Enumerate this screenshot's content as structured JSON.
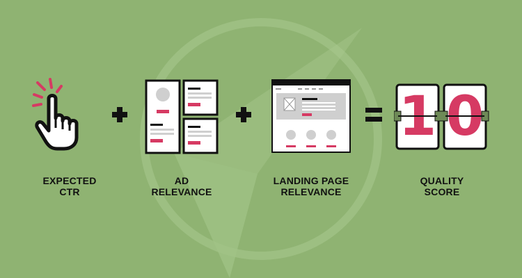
{
  "colors": {
    "background": "#8fb372",
    "accent": "#d63a63",
    "ink": "#111111",
    "card_fill": "#ffffff",
    "card_gray": "#cfcfcf"
  },
  "icons": {
    "watermark": "arrow-logo-watermark-icon",
    "ctr": "hand-pointer-click-icon",
    "ad": "ad-layout-cards-icon",
    "landing": "landing-page-wireframe-icon",
    "score": "flip-clock-score-icon"
  },
  "equation": {
    "plus_1": "+",
    "plus_2": "+",
    "equals": "="
  },
  "items": {
    "ctr": {
      "line1": "EXPECTED",
      "line2": "CTR"
    },
    "ad": {
      "line1": "AD",
      "line2": "RELEVANCE"
    },
    "landing": {
      "line1": "LANDING PAGE",
      "line2": "RELEVANCE"
    },
    "score": {
      "line1": "QUALITY",
      "line2": "SCORE",
      "digit1": "1",
      "digit2": "0"
    }
  }
}
